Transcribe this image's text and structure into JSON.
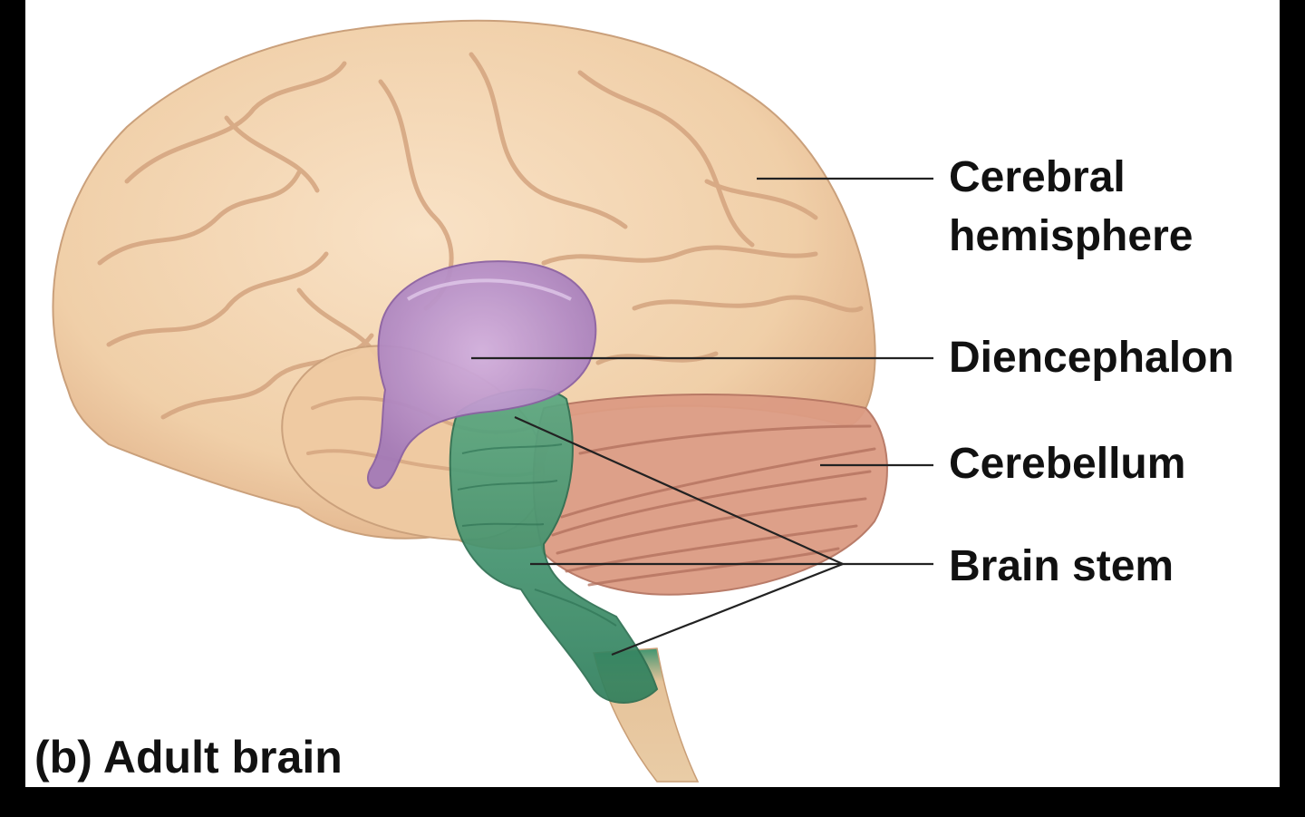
{
  "caption": "(b) Adult brain",
  "labels": {
    "cerebral_hemisphere": [
      "Cerebral",
      "hemisphere"
    ],
    "diencephalon": "Diencephalon",
    "cerebellum": "Cerebellum",
    "brain_stem": "Brain stem"
  },
  "colors": {
    "background_frame": "#000000",
    "panel": "#ffffff",
    "cerebrum": "#f0cfa8",
    "cerebrum_fold": "#d9a984",
    "diencephalon": "#b98fca",
    "cerebellum": "#dc9b83",
    "brain_stem": "#3f9570",
    "spinal_cord": "#e6c39a",
    "leader_line": "#222222",
    "text": "#111111"
  }
}
